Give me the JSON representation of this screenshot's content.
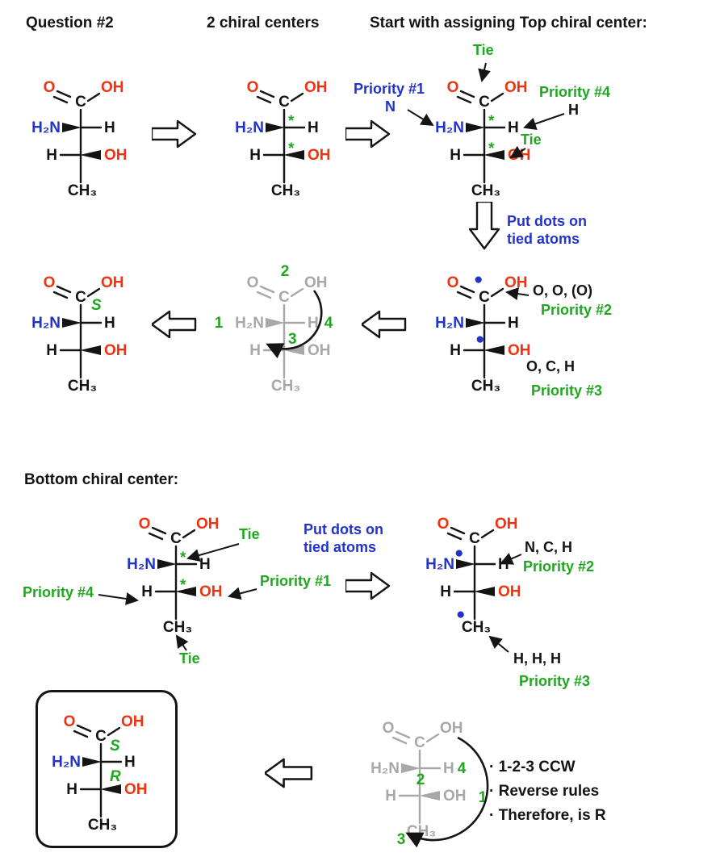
{
  "colors": {
    "red": "#ee3311",
    "blue": "#2233cc",
    "green": "#1fa81f",
    "gray": "#a8a8a8",
    "black": "#141414"
  },
  "headers": {
    "question": "Question #2",
    "chiral_centers": "2 chiral centers",
    "start_top": "Start with assigning Top chiral center:",
    "bottom": "Bottom chiral center:"
  },
  "atoms": {
    "o": "O",
    "oh": "OH",
    "c": "C",
    "h2n": "H₂N",
    "h": "H",
    "ch3": "CH₃",
    "asterisk": "*",
    "dot": "●"
  },
  "annotations": {
    "tie": "Tie",
    "priority1": "Priority #1",
    "priority2": "Priority #2",
    "priority3": "Priority #3",
    "priority4": "Priority #4",
    "n": "N",
    "h": "H",
    "put_dots_line1": "Put dots on",
    "put_dots_line2": "tied atoms",
    "top_p2_atoms": "O, O, (O)",
    "top_p3_atoms": "O, C, H",
    "bottom_p2_atoms": "N, C, H",
    "bottom_p3_atoms": "H, H, H",
    "s": "S",
    "r": "R",
    "num1": "1",
    "num2": "2",
    "num3": "3",
    "num4": "4",
    "bullet1": "· 1-2-3 CCW",
    "bullet2": "· Reverse rules",
    "bullet3": "· Therefore, is R"
  }
}
